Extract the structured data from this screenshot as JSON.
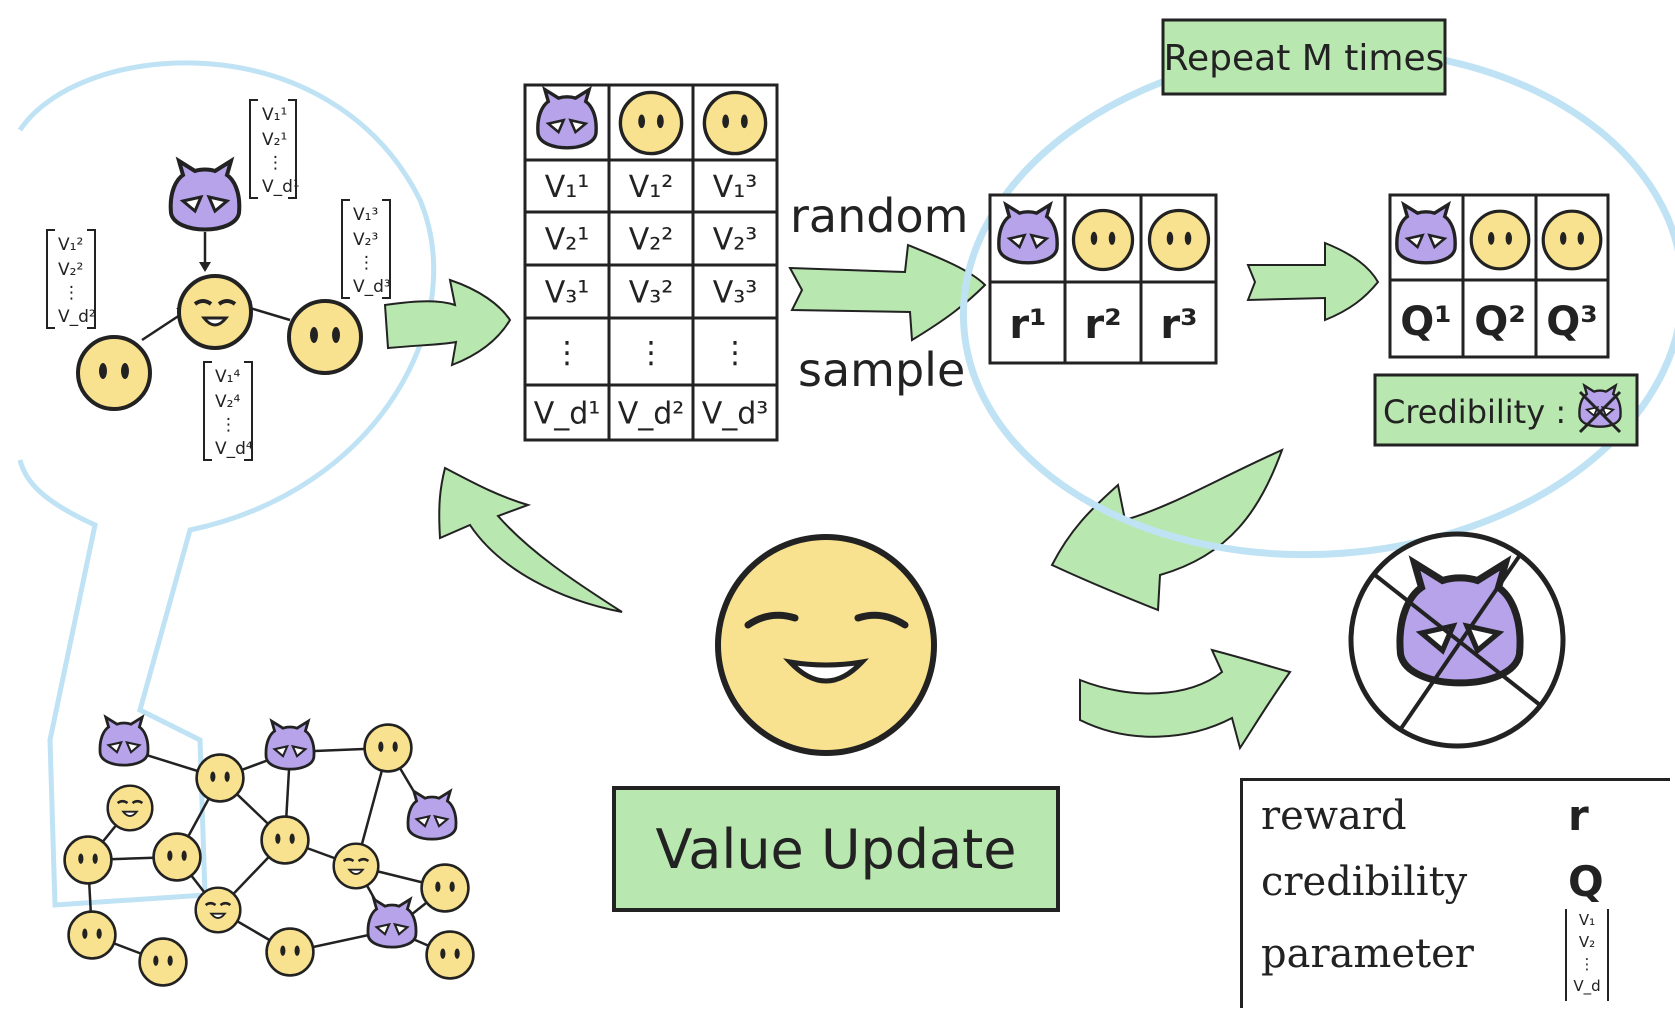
{
  "colors": {
    "green": "#b9e7b0",
    "yellow": "#f9e28f",
    "purple": "#b6a3ea",
    "blue_outline": "#bfe3f4",
    "ink": "#222222"
  },
  "icons": {
    "honest_agent": "yellow-smiley-face",
    "malicious_agent": "purple-devil-cat",
    "banned": "crossed-circle"
  },
  "neighborhood": {
    "vectors": {
      "top": [
        "V₁¹",
        "V₂¹",
        "⋮",
        "V_d¹"
      ],
      "left": [
        "V₁²",
        "V₂²",
        "⋮",
        "V_d²"
      ],
      "right": [
        "V₁³",
        "V₂³",
        "⋮",
        "V_d³"
      ],
      "bottom": [
        "V₁⁴",
        "V₂⁴",
        "⋮",
        "V_d⁴"
      ]
    }
  },
  "parameter_table": {
    "rows": [
      [
        "V₁¹",
        "V₁²",
        "V₁³"
      ],
      [
        "V₂¹",
        "V₂²",
        "V₂³"
      ],
      [
        "V₃¹",
        "V₃²",
        "V₃³"
      ],
      [
        "⋮",
        "⋮",
        "⋮"
      ],
      [
        "V_d¹",
        "V_d²",
        "V_d³"
      ]
    ]
  },
  "sampling": {
    "label_top": "random",
    "label_bottom": "sample"
  },
  "reward_table": {
    "values": [
      "r¹",
      "r²",
      "r³"
    ]
  },
  "credibility_table": {
    "values": [
      "Q¹",
      "Q²",
      "Q³"
    ]
  },
  "repeat_box": {
    "label": "Repeat M times"
  },
  "credibility_box": {
    "label": "Credibility :"
  },
  "value_update": {
    "label": "Value Update"
  },
  "legend": {
    "items": [
      {
        "label": "reward",
        "symbol": "r"
      },
      {
        "label": "credibility",
        "symbol": "Q"
      },
      {
        "label": "parameter",
        "symbol": "[V₁ V₂ ⋮ V_d]"
      }
    ],
    "parameter_vector": [
      "V₁",
      "V₂",
      "⋮",
      "V_d"
    ]
  }
}
